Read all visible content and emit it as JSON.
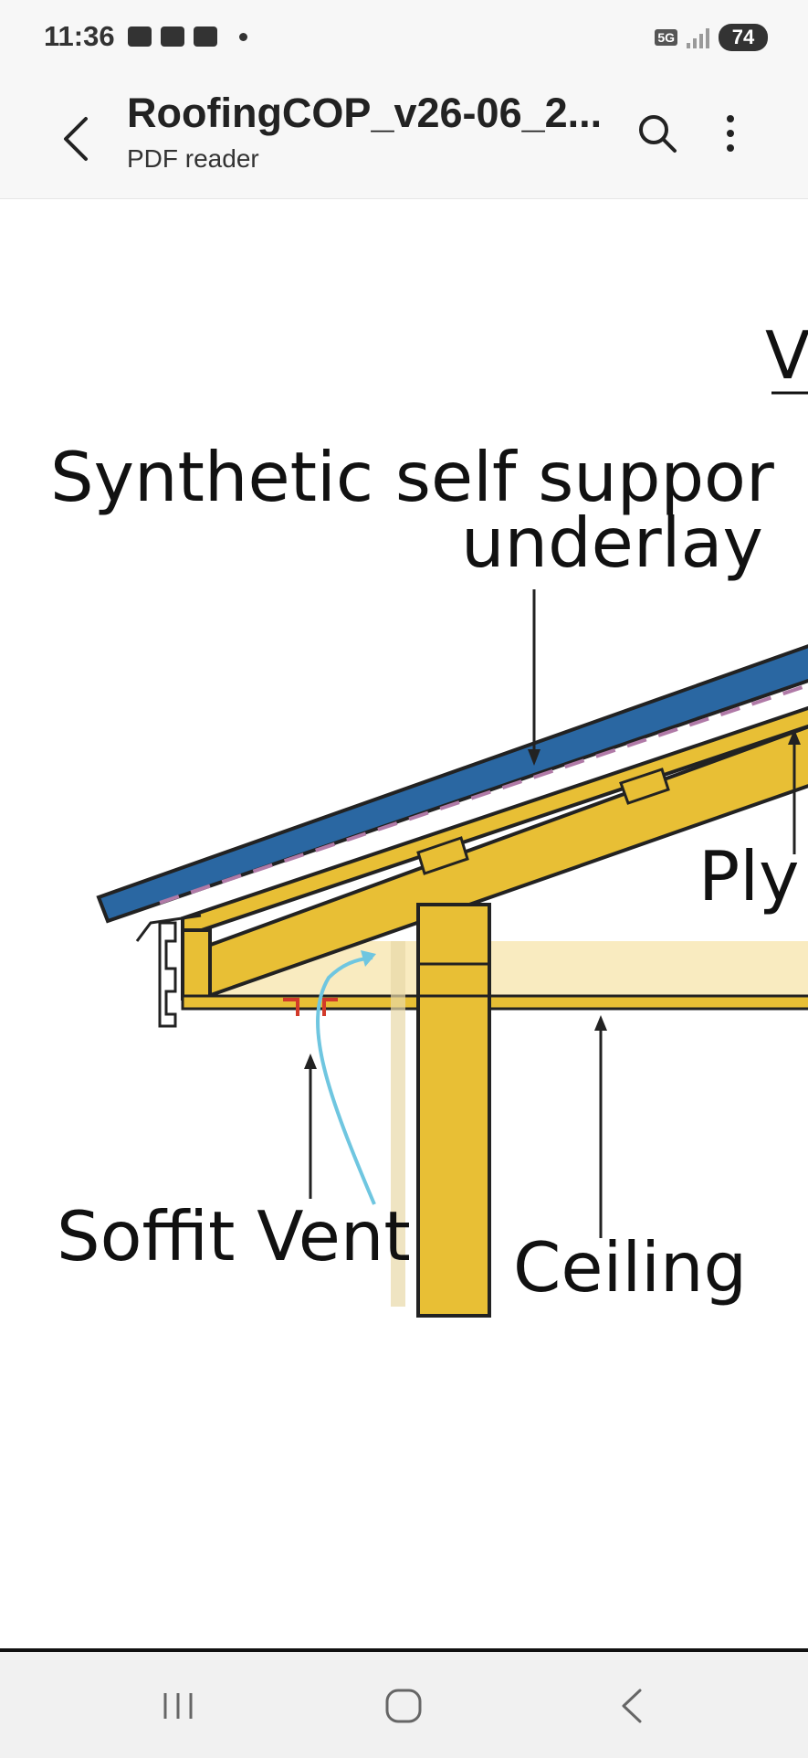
{
  "status_bar": {
    "time": "11:36",
    "network": "5G",
    "battery": "74"
  },
  "app_bar": {
    "title": "RoofingCOP_v26-06_2...",
    "subtitle": "PDF reader"
  },
  "diagram": {
    "label_top_cut": "V",
    "label_underlay_line1": "Synthetic self suppor",
    "label_underlay_line2": "underlay",
    "label_ply": "Ply",
    "label_soffit": "Soffit Vent",
    "label_ceiling": "Ceiling"
  },
  "colors": {
    "timber": "#e8bf35",
    "roofing": "#2a67a2",
    "underlay_dash": "#b07aa7",
    "vent_arrow": "#6fc6e0",
    "soffit_vent": "#d23a2a"
  },
  "icons": {
    "back": "chevron-left-icon",
    "search": "search-icon",
    "more": "more-vertical-icon",
    "nav_recents": "recents-icon",
    "nav_home": "home-icon",
    "nav_back": "nav-back-icon"
  }
}
